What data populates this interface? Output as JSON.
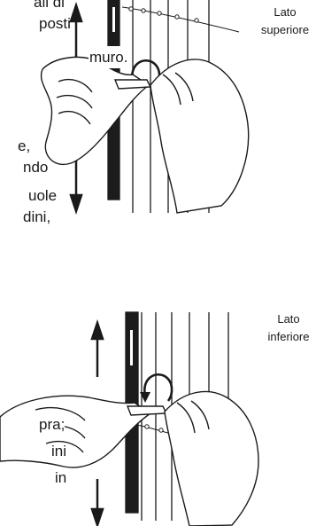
{
  "top_panel": {
    "side_label_line1": "Lato",
    "side_label_line2": "superiore",
    "text_lines": [
      "ali di",
      "posti",
      "muro.",
      "e,",
      "ndo",
      "uole",
      "dini,"
    ]
  },
  "bottom_panel": {
    "side_label_line1": "Lato",
    "side_label_line2": "inferiore",
    "text_lines": [
      "pra;",
      "ini",
      "in"
    ]
  },
  "icons": {
    "arrow": "double-arrow-icon",
    "rotate": "rotate-arrow-icon"
  },
  "colors": {
    "ink": "#1a1a1a",
    "dark_strip": "#1c1c1c"
  }
}
